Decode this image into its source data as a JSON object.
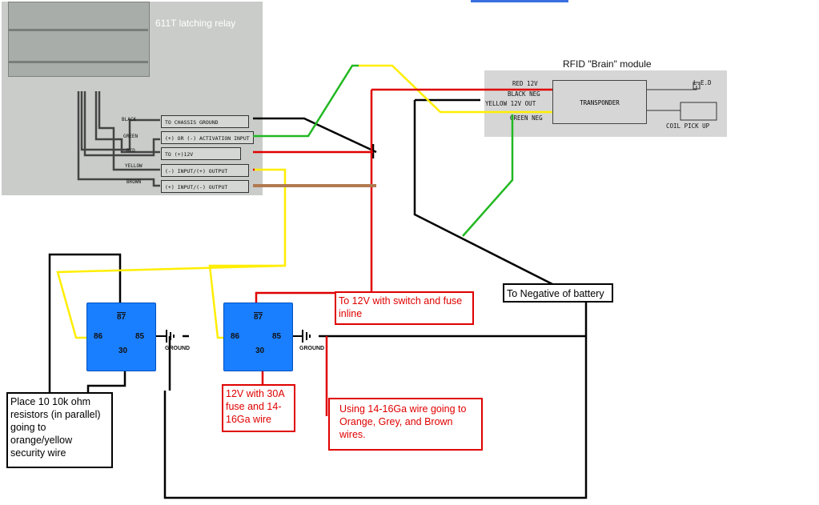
{
  "photo": {
    "title": "611T latching relay",
    "terminals": [
      {
        "wire": "BLACK",
        "label": "TO CHASSIS GROUND"
      },
      {
        "wire": "GREEN",
        "label": "(+) OR (-) ACTIVATION INPUT"
      },
      {
        "wire": "RED",
        "label": "TO (+)12V"
      },
      {
        "wire": "YELLOW",
        "label": "(-) INPUT/(+) OUTPUT"
      },
      {
        "wire": "BROWN",
        "label": "(+) INPUT/(-) OUTPUT"
      }
    ]
  },
  "rfid": {
    "title": "RFID \"Brain\" module",
    "wires": [
      "RED 12V",
      "BLACK NEG",
      "YELLOW 12V OUT",
      "GREEN NEG"
    ],
    "transponder": "TRANSPONDER",
    "led": "L.E.D",
    "coil": "COIL PICK UP"
  },
  "relays": [
    {
      "p87": "87",
      "p86": "86",
      "p85": "85",
      "p30": "30",
      "ground": "GROUND"
    },
    {
      "p87": "87",
      "p86": "86",
      "p85": "85",
      "p30": "30",
      "ground": "GROUND"
    }
  ],
  "notes": {
    "switch_fuse": "To 12V with switch and fuse inline",
    "neg_battery": "To Negative of battery",
    "resistors": "Place 10 10k ohm resistors (in parallel) going to orange/yellow security wire",
    "fuse_30a": "12V with 30A fuse and 14-16Ga wire",
    "gauge_wire": "Using 14-16Ga wire going to Orange, Grey, and Brown wires."
  },
  "colors": {
    "red": "#e00000",
    "yellow": "#ffee00",
    "green": "#22b822",
    "black": "#000000",
    "brown": "#b07a50",
    "relay_blue": "#1a7fff"
  }
}
